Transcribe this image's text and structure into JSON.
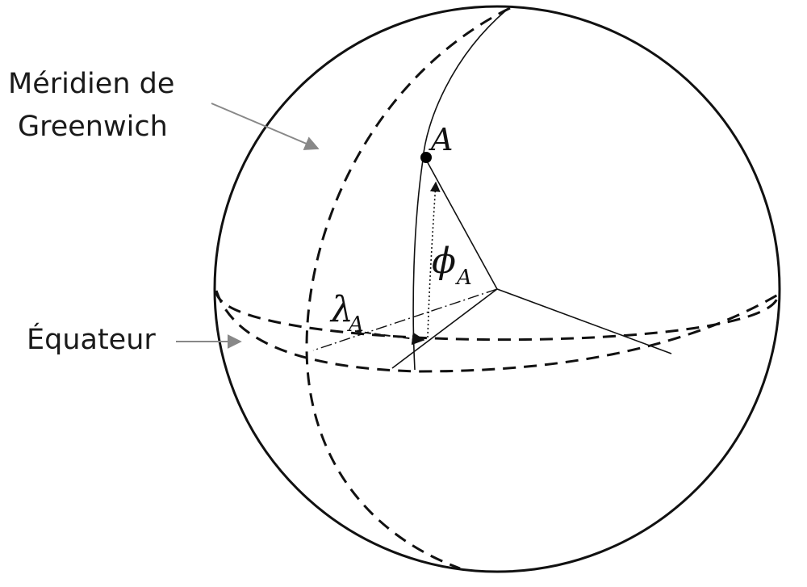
{
  "labels": {
    "meridian_line1": "Méridien de",
    "meridian_line2": "Greenwich",
    "equator": "Équateur",
    "point": "A",
    "latitude_symbol": "ϕ",
    "latitude_sub": "A",
    "longitude_symbol": "λ",
    "longitude_sub": "A"
  },
  "colors": {
    "stroke": "#111111",
    "pointer": "#888888"
  }
}
